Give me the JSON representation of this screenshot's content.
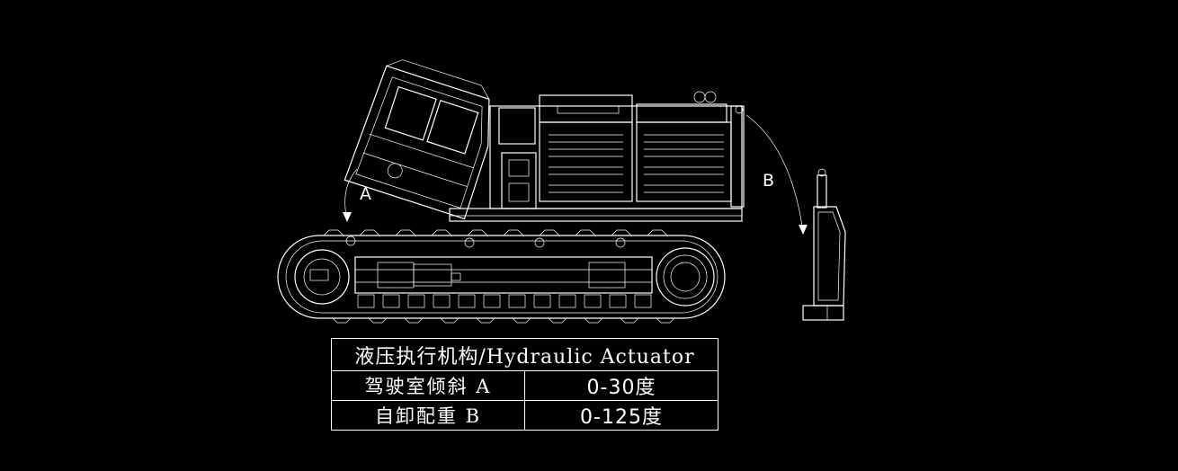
{
  "labels": {
    "a": "A",
    "b": "B"
  },
  "table": {
    "title": "液压执行机构/Hydraulic Actuator",
    "rows": [
      {
        "name": "驾驶室倾斜  A",
        "value": "0-30度"
      },
      {
        "name": "自卸配重  B",
        "value": "0-125度"
      }
    ]
  },
  "colors": {
    "background": "#000000",
    "line": "#ffffff"
  }
}
